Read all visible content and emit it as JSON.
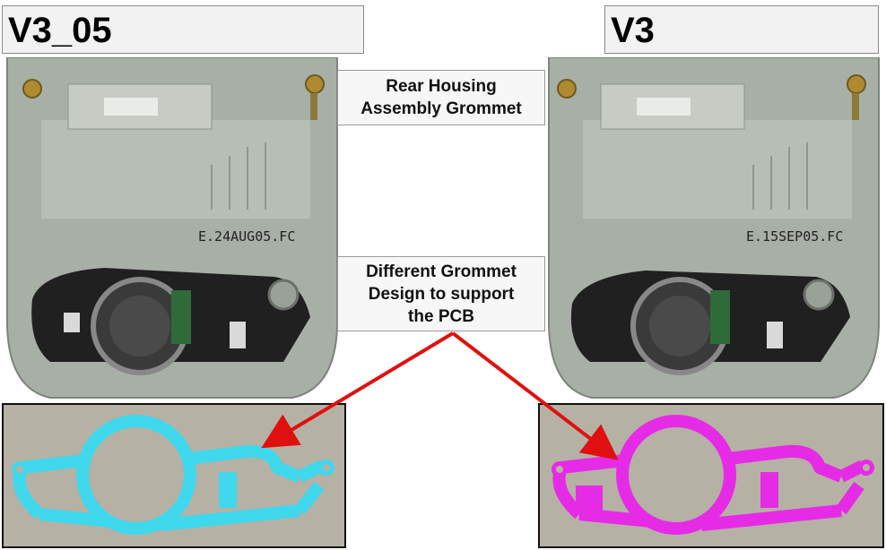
{
  "left_panel": {
    "title": "V3_05",
    "date_code": "E.24AUG05.FC",
    "grommet_color": "#3fd8ec"
  },
  "right_panel": {
    "title": "V3",
    "date_code": "E.15SEP05.FC",
    "grommet_color": "#e62be6"
  },
  "callouts": {
    "top": {
      "line1": "Rear Housing",
      "line2": "Assembly Grommet"
    },
    "middle": {
      "line1": "Different Grommet",
      "line2": "Design to support",
      "line3": "the PCB"
    }
  },
  "colors": {
    "housing": "#a7aea5",
    "arrow": "#e01010",
    "inset_bg": "#b6b1a5"
  }
}
